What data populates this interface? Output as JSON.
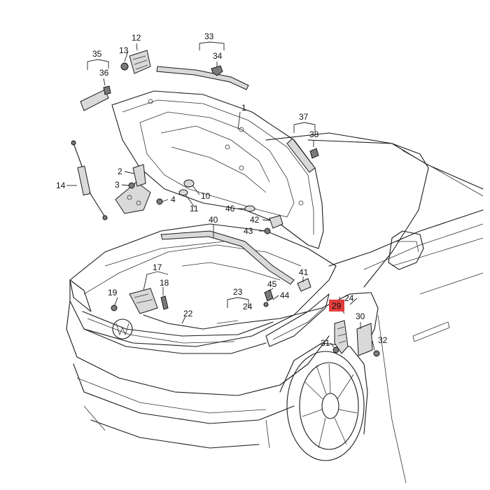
{
  "diagram": {
    "highlight_color": "#e03c3c",
    "callouts": [
      {
        "id": "c1",
        "label": "1"
      },
      {
        "id": "c2",
        "label": "2"
      },
      {
        "id": "c3",
        "label": "3"
      },
      {
        "id": "c4",
        "label": "4"
      },
      {
        "id": "c10",
        "label": "10"
      },
      {
        "id": "c11",
        "label": "11"
      },
      {
        "id": "c12",
        "label": "12"
      },
      {
        "id": "c13",
        "label": "13"
      },
      {
        "id": "c14",
        "label": "14"
      },
      {
        "id": "c17",
        "label": "17"
      },
      {
        "id": "c18",
        "label": "18"
      },
      {
        "id": "c19",
        "label": "19"
      },
      {
        "id": "c22",
        "label": "22"
      },
      {
        "id": "c23",
        "label": "23"
      },
      {
        "id": "c24a",
        "label": "24"
      },
      {
        "id": "c24b",
        "label": "24"
      },
      {
        "id": "c29",
        "label": "29",
        "highlighted": true
      },
      {
        "id": "c30",
        "label": "30"
      },
      {
        "id": "c31",
        "label": "31"
      },
      {
        "id": "c32",
        "label": "32"
      },
      {
        "id": "c33",
        "label": "33"
      },
      {
        "id": "c34",
        "label": "34"
      },
      {
        "id": "c35",
        "label": "35"
      },
      {
        "id": "c36",
        "label": "36"
      },
      {
        "id": "c37",
        "label": "37"
      },
      {
        "id": "c38",
        "label": "38"
      },
      {
        "id": "c40",
        "label": "40"
      },
      {
        "id": "c41",
        "label": "41"
      },
      {
        "id": "c42",
        "label": "42"
      },
      {
        "id": "c43",
        "label": "43"
      },
      {
        "id": "c44",
        "label": "44"
      },
      {
        "id": "c45",
        "label": "45"
      },
      {
        "id": "c46",
        "label": "46"
      }
    ]
  }
}
